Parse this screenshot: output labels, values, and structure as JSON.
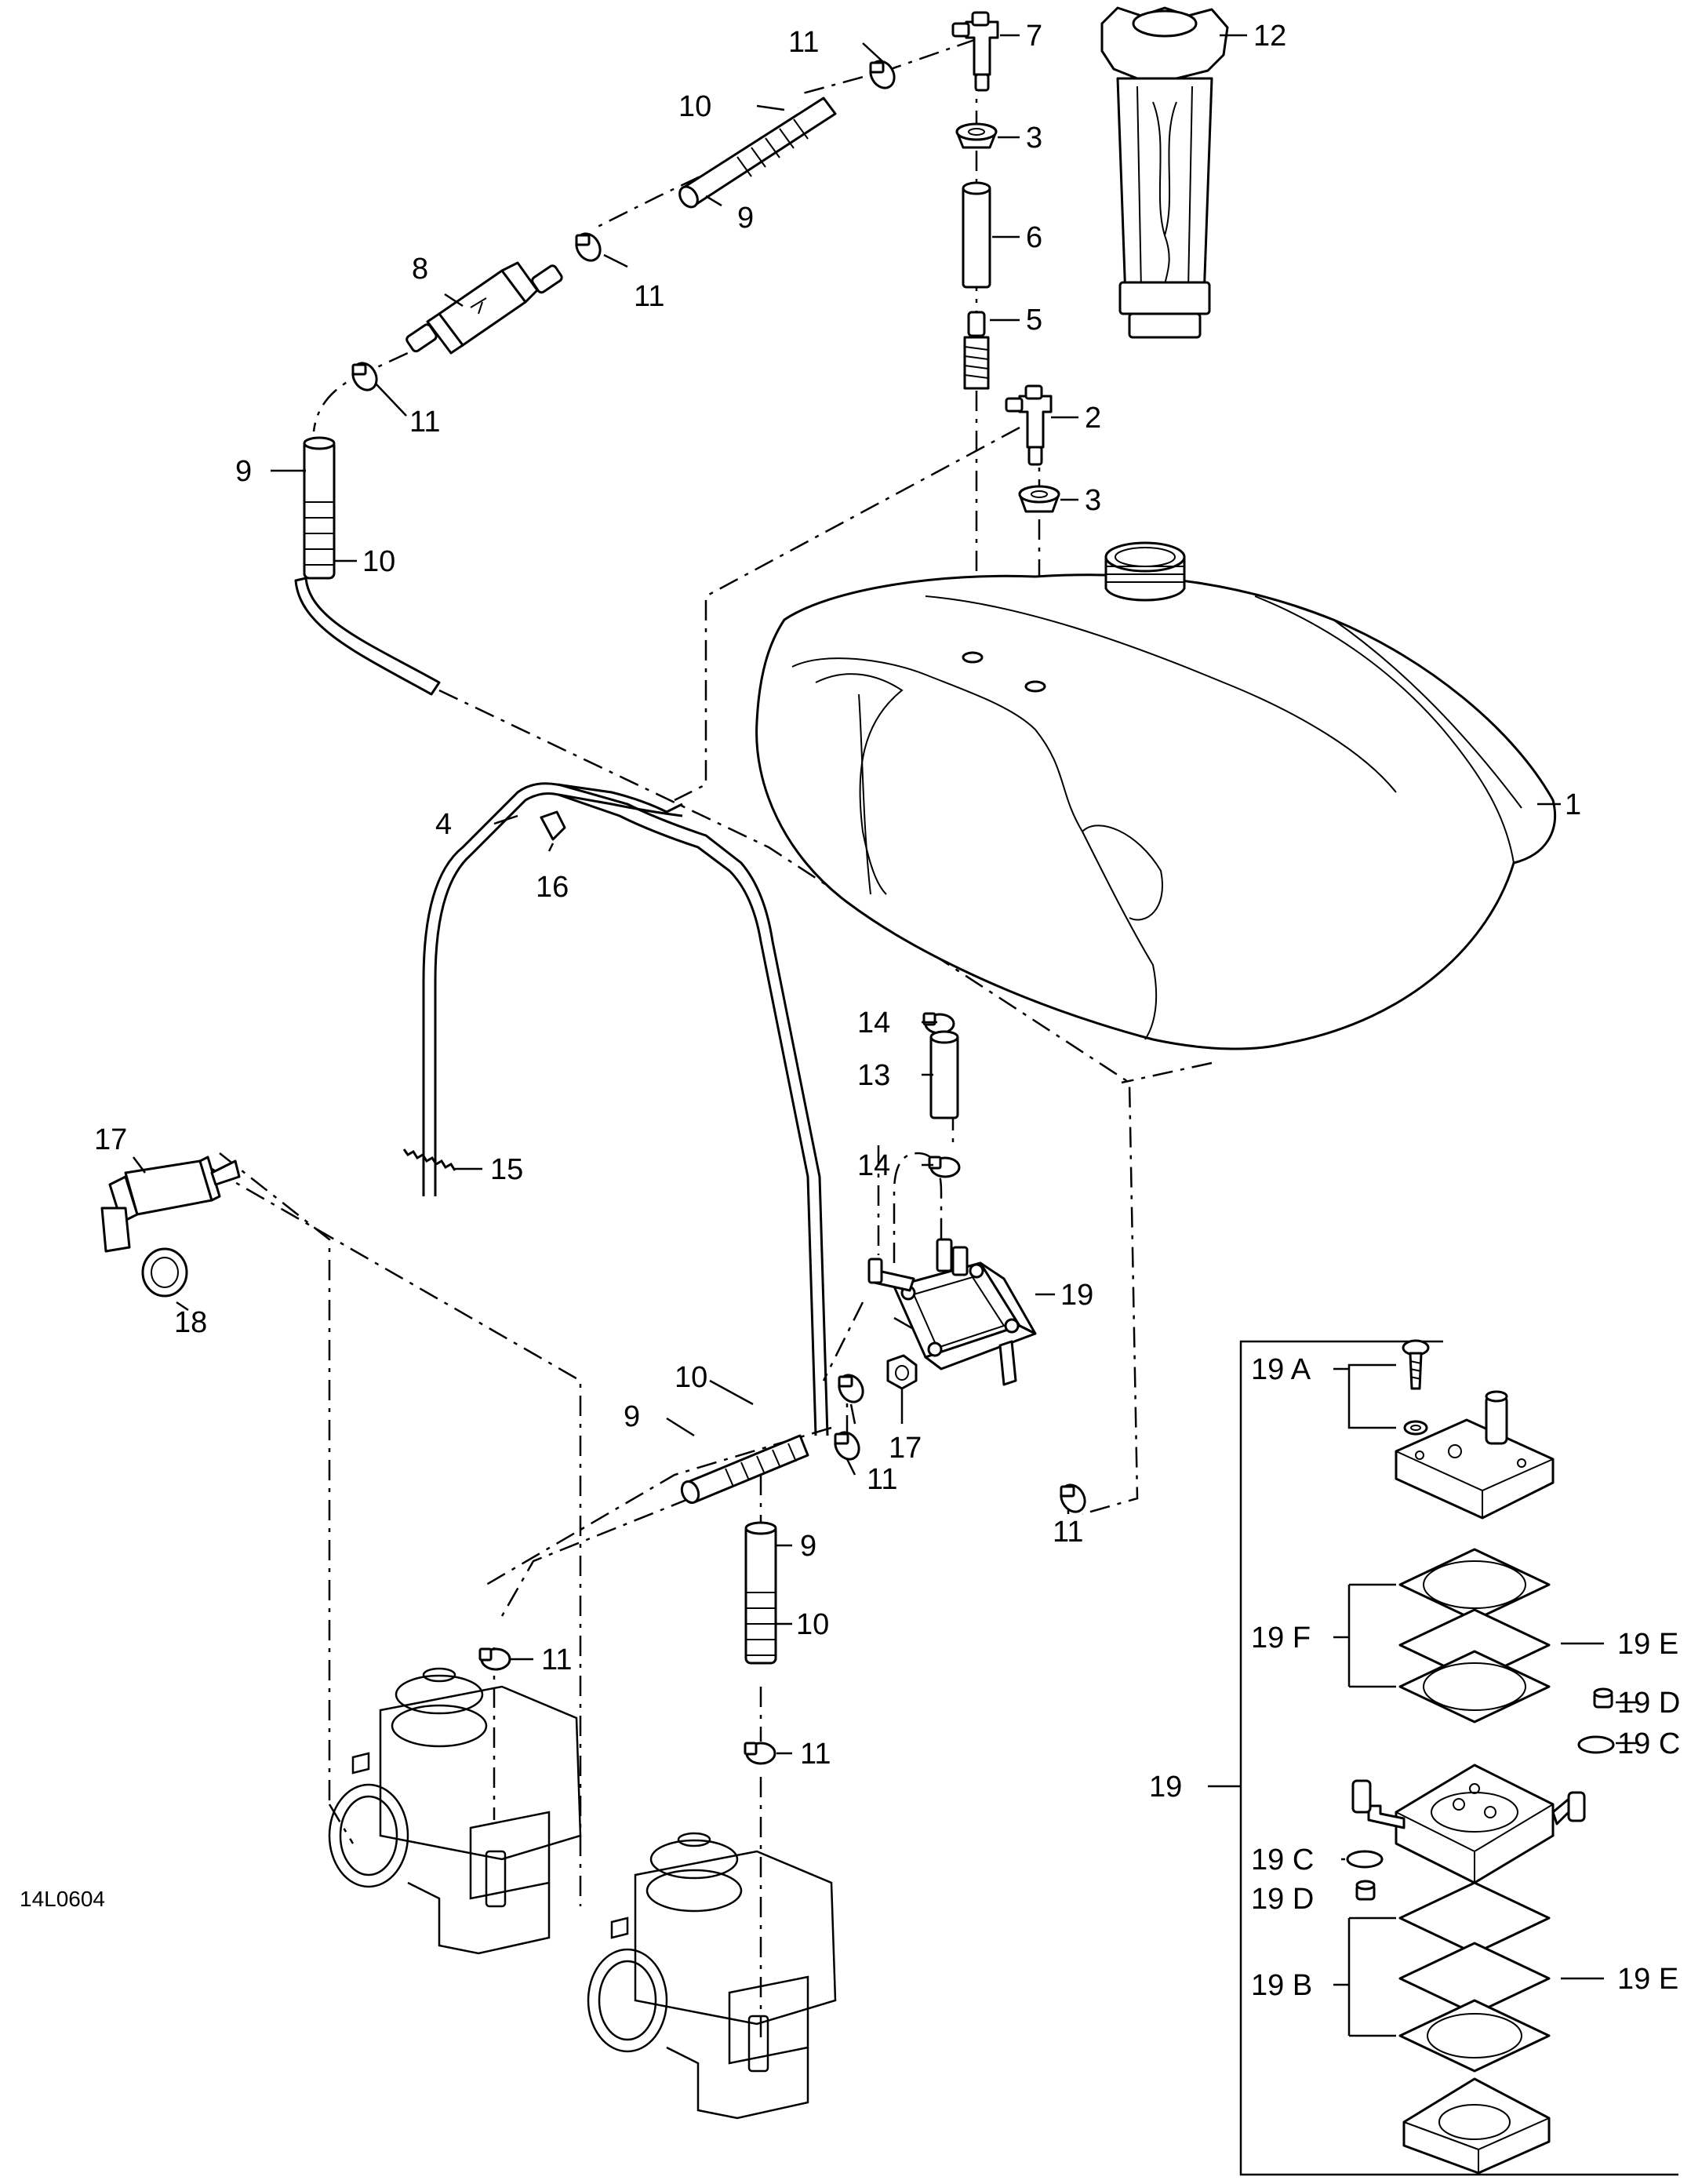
{
  "diagram_code": "14L0604",
  "callouts": {
    "c1": "1",
    "c2": "2",
    "c3a": "3",
    "c3b": "3",
    "c4": "4",
    "c5": "5",
    "c6": "6",
    "c7": "7",
    "c8": "8",
    "c9a": "9",
    "c9b": "9",
    "c9c": "9",
    "c9d": "9",
    "c10a": "10",
    "c10b": "10",
    "c10c": "10",
    "c10d": "10",
    "c11a": "11",
    "c11b": "11",
    "c11c": "11",
    "c11d": "11",
    "c11e": "11",
    "c11f": "11",
    "c11g": "11",
    "c12": "12",
    "c13": "13",
    "c14a": "14",
    "c14b": "14",
    "c15": "15",
    "c16": "16",
    "c17a": "17",
    "c17b": "17",
    "c18": "18",
    "c19a": "19",
    "c19b": "19"
  },
  "pump_kit": {
    "a": "19 A",
    "f": "19 F",
    "e1": "19 E",
    "d1": "19 D",
    "c1": "19 C",
    "c2": "19 C",
    "d2": "19 D",
    "b": "19 B",
    "e2": "19 E"
  }
}
